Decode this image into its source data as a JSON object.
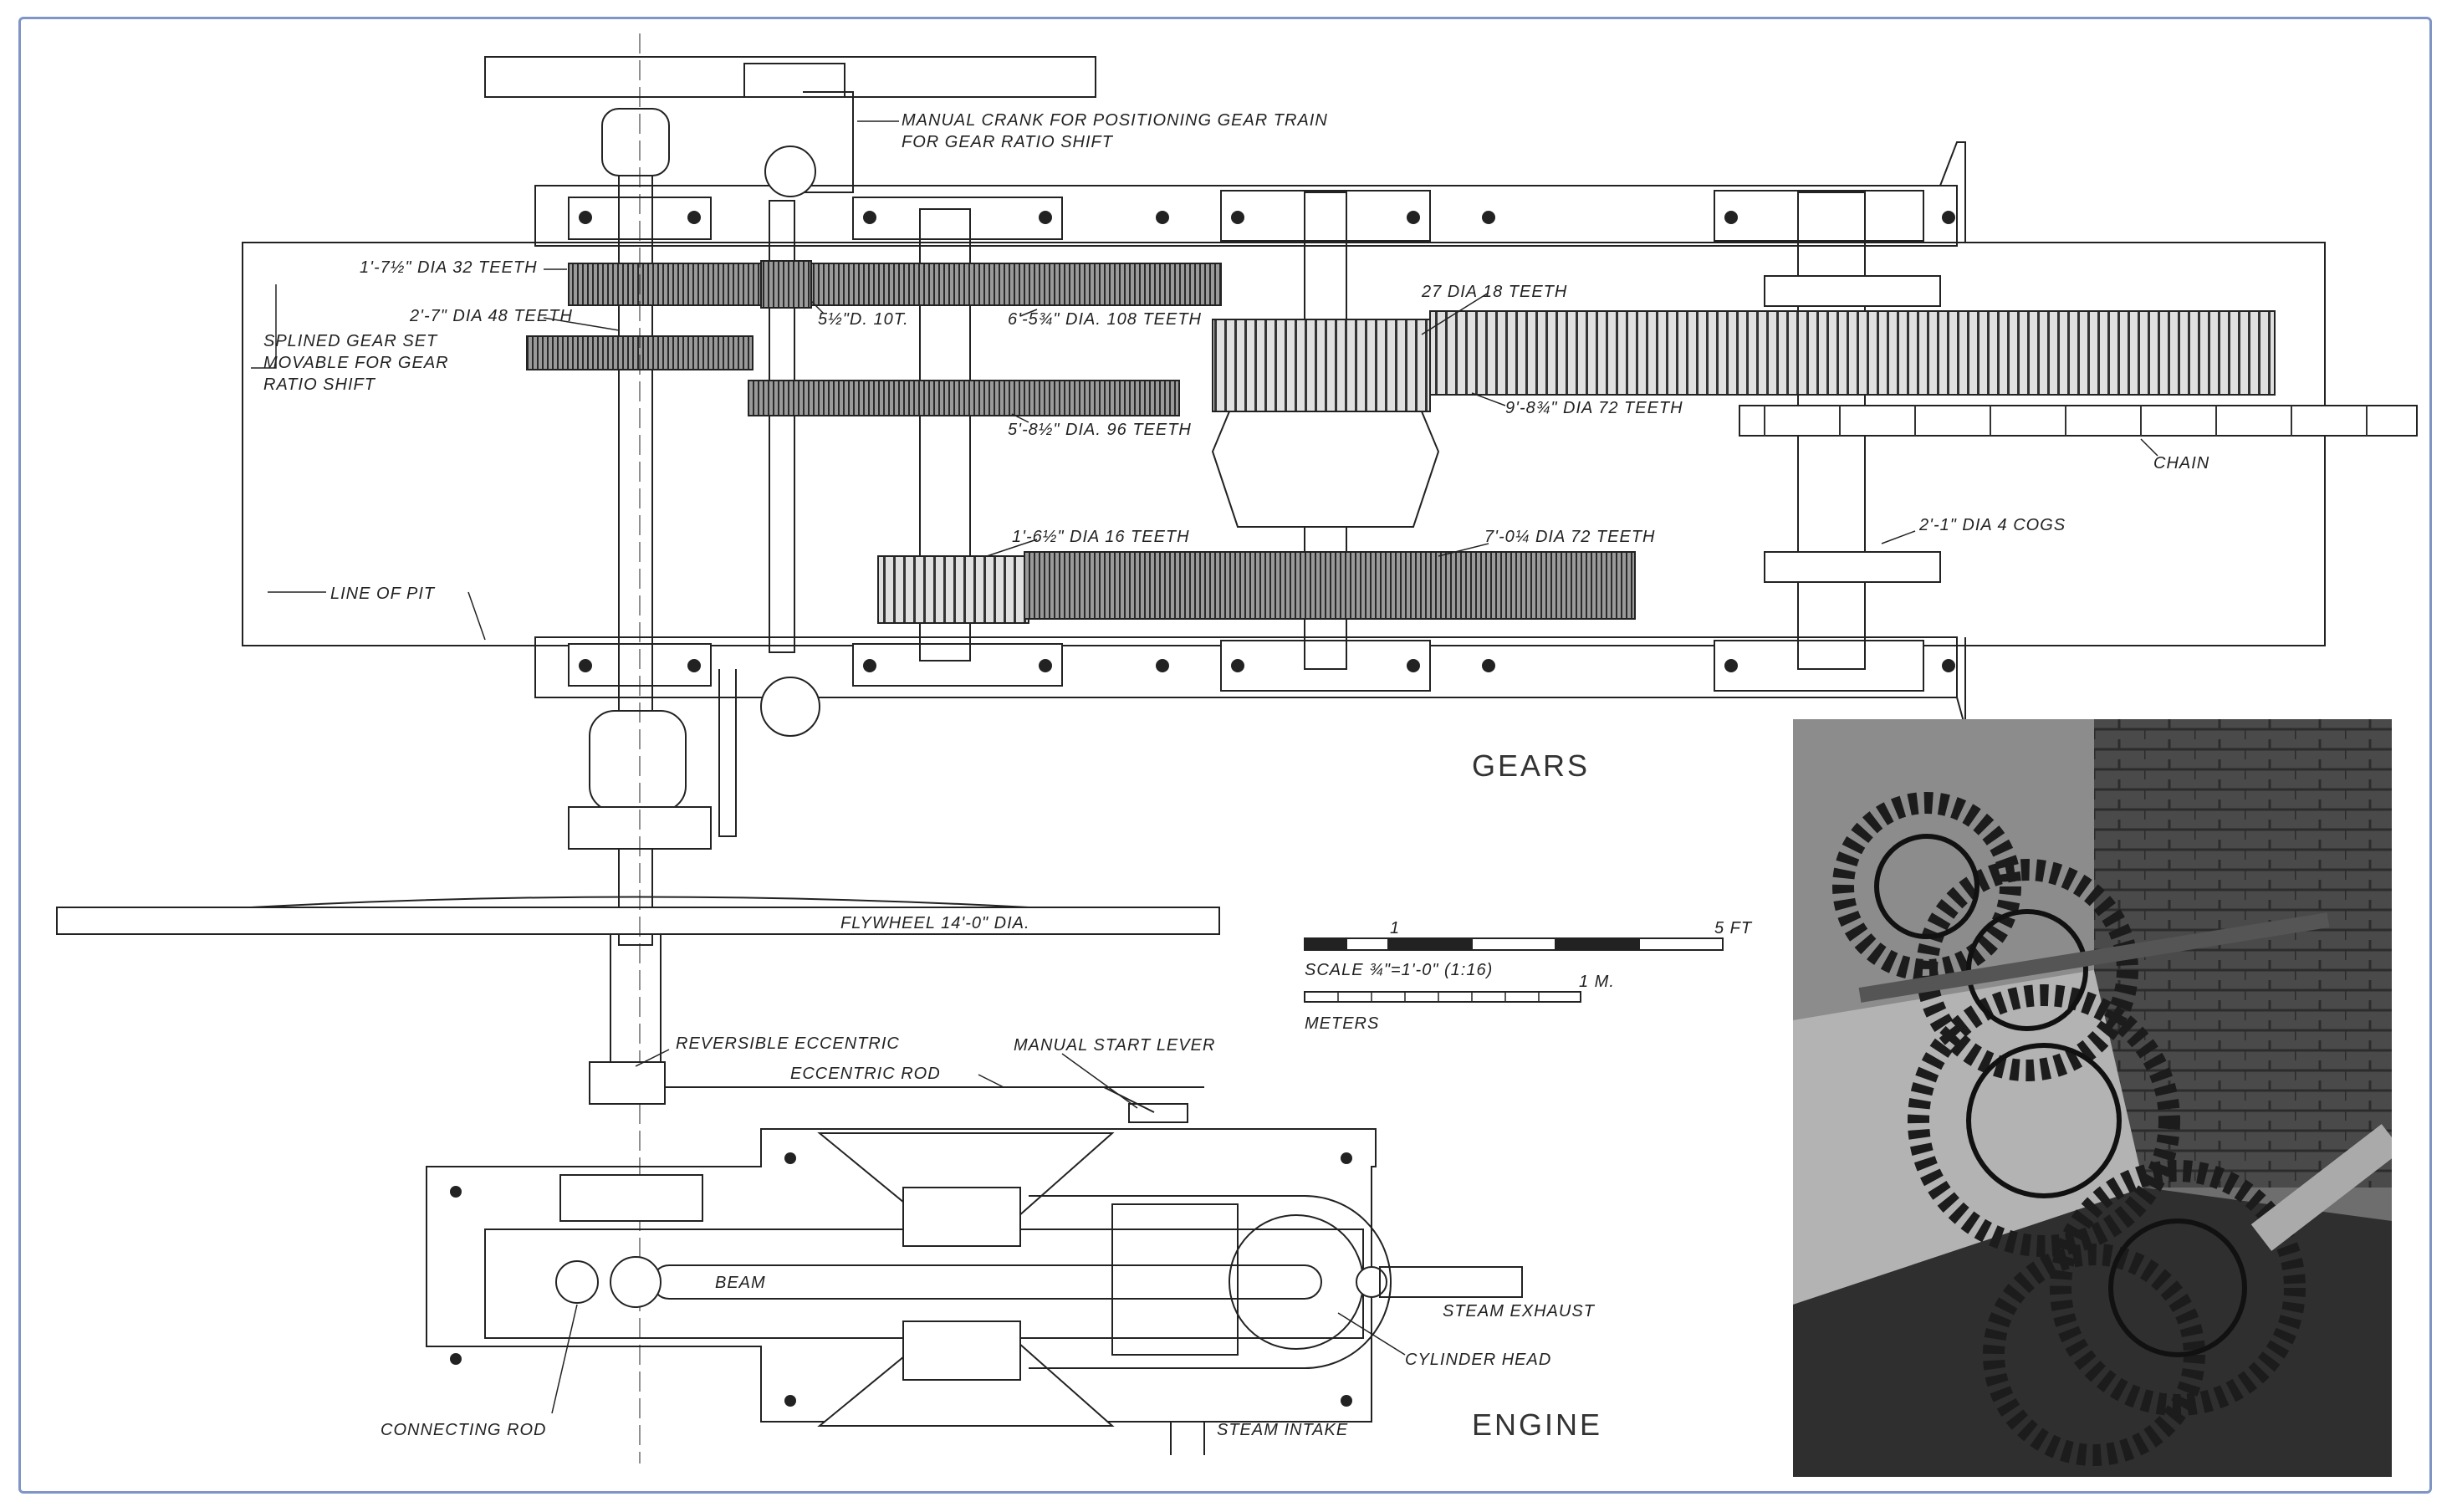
{
  "labels": {
    "manual_crank_1": "MANUAL CRANK FOR POSITIONING GEAR TRAIN",
    "manual_crank_2": "FOR GEAR RATIO SHIFT",
    "gear_1_7": "1'-7½\" DIA 32 TEETH",
    "gear_2_7": "2'-7\" DIA 48 TEETH",
    "splined_1": "SPLINED GEAR SET",
    "splined_2": "MOVABLE FOR GEAR",
    "splined_3": "RATIO SHIFT",
    "pinion_10t": "5½\"D. 10T.",
    "gear_6_5": "6'-5¾\" DIA. 108 TEETH",
    "gear_5_8": "5'-8½\" DIA. 96 TEETH",
    "gear_27": "27 DIA 18 TEETH",
    "gear_9_8": "9'-8¾\" DIA 72 TEETH",
    "chain": "CHAIN",
    "cog_2_1": "2'-1\" DIA 4 COGS",
    "gear_1_6": "1'-6½\" DIA 16 TEETH",
    "gear_7_0": "7'-0¼ DIA 72 TEETH",
    "line_of_pit": "LINE OF PIT",
    "flywheel": "FLYWHEEL 14'-0\" DIA.",
    "scale_one": "1",
    "scale_five": "5 FT",
    "scale_text": "SCALE ¾\"=1'-0\" (1:16)",
    "scale_m": "1 M.",
    "meters": "METERS",
    "reversible": "REVERSIBLE ECCENTRIC",
    "eccentric_rod": "ECCENTRIC ROD",
    "start_lever": "MANUAL START LEVER",
    "beam": "BEAM",
    "steam_exhaust": "STEAM EXHAUST",
    "cylinder_head": "CYLINDER HEAD",
    "connecting_rod": "CONNECTING ROD",
    "steam_intake": "STEAM INTAKE",
    "gears_title": "GEARS",
    "engine_title": "ENGINE"
  },
  "colors": {
    "frame_border": "#7f95c6",
    "ink": "#222222",
    "gear_fill": "#7a7a7a"
  }
}
